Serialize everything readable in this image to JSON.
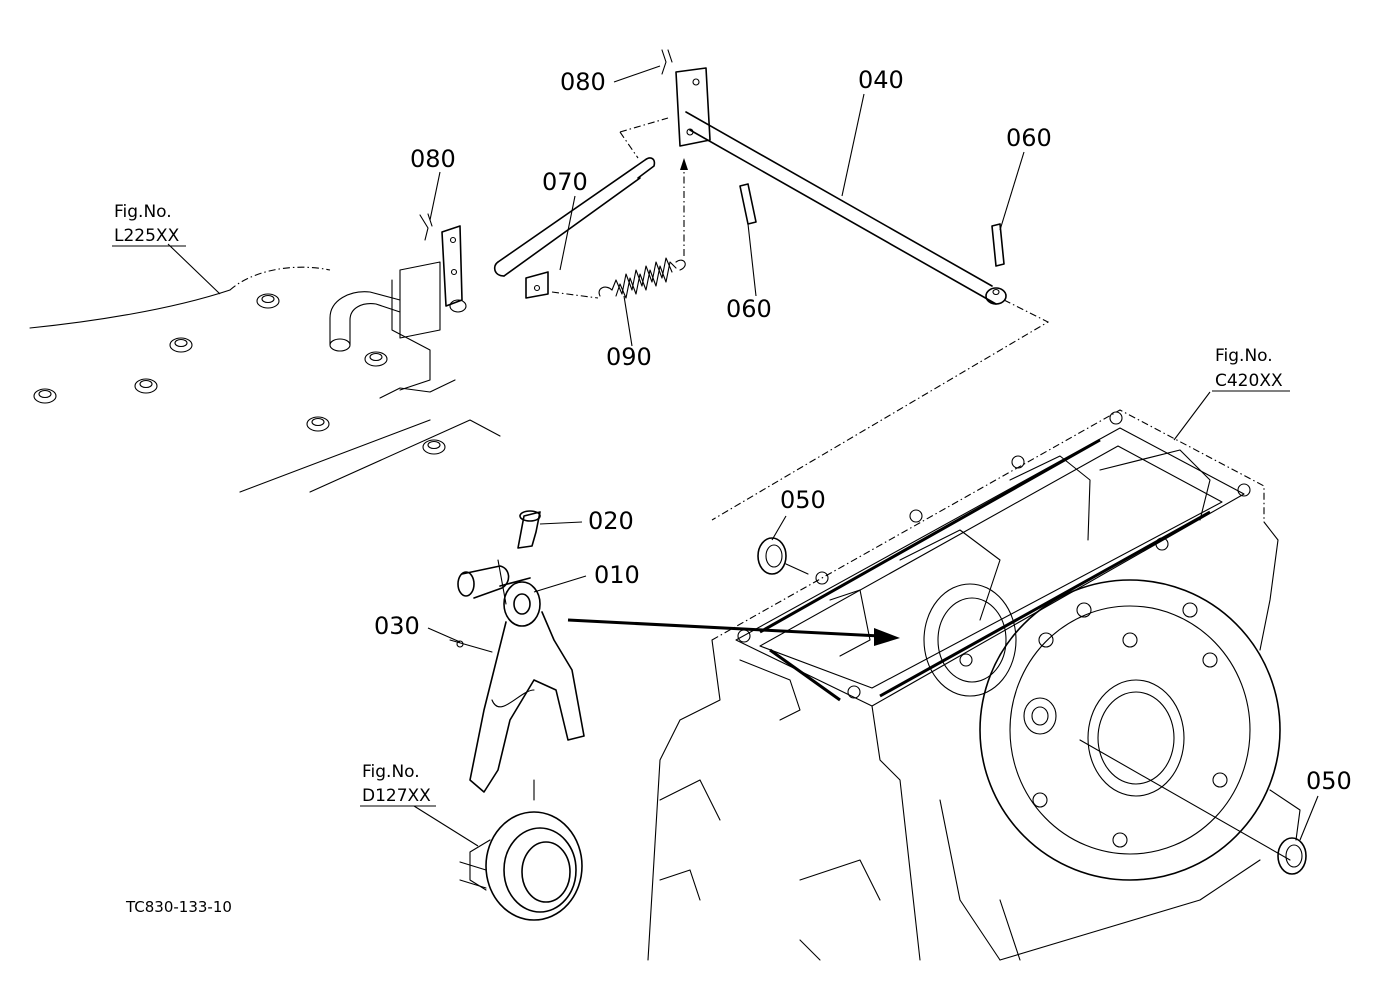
{
  "callouts": {
    "c010": "010",
    "c020": "020",
    "c030": "030",
    "c040": "040",
    "c050a": "050",
    "c050b": "050",
    "c060a": "060",
    "c060b": "060",
    "c070": "070",
    "c080a": "080",
    "c080b": "080",
    "c090": "090"
  },
  "figure_refs": {
    "ref1": {
      "line1": "Fig.No.",
      "line2": "L225XX"
    },
    "ref2": {
      "line1": "Fig.No.",
      "line2": "C420XX"
    },
    "ref3": {
      "line1": "Fig.No.",
      "line2": "D127XX"
    }
  },
  "drawing_code": "TC830-133-10"
}
